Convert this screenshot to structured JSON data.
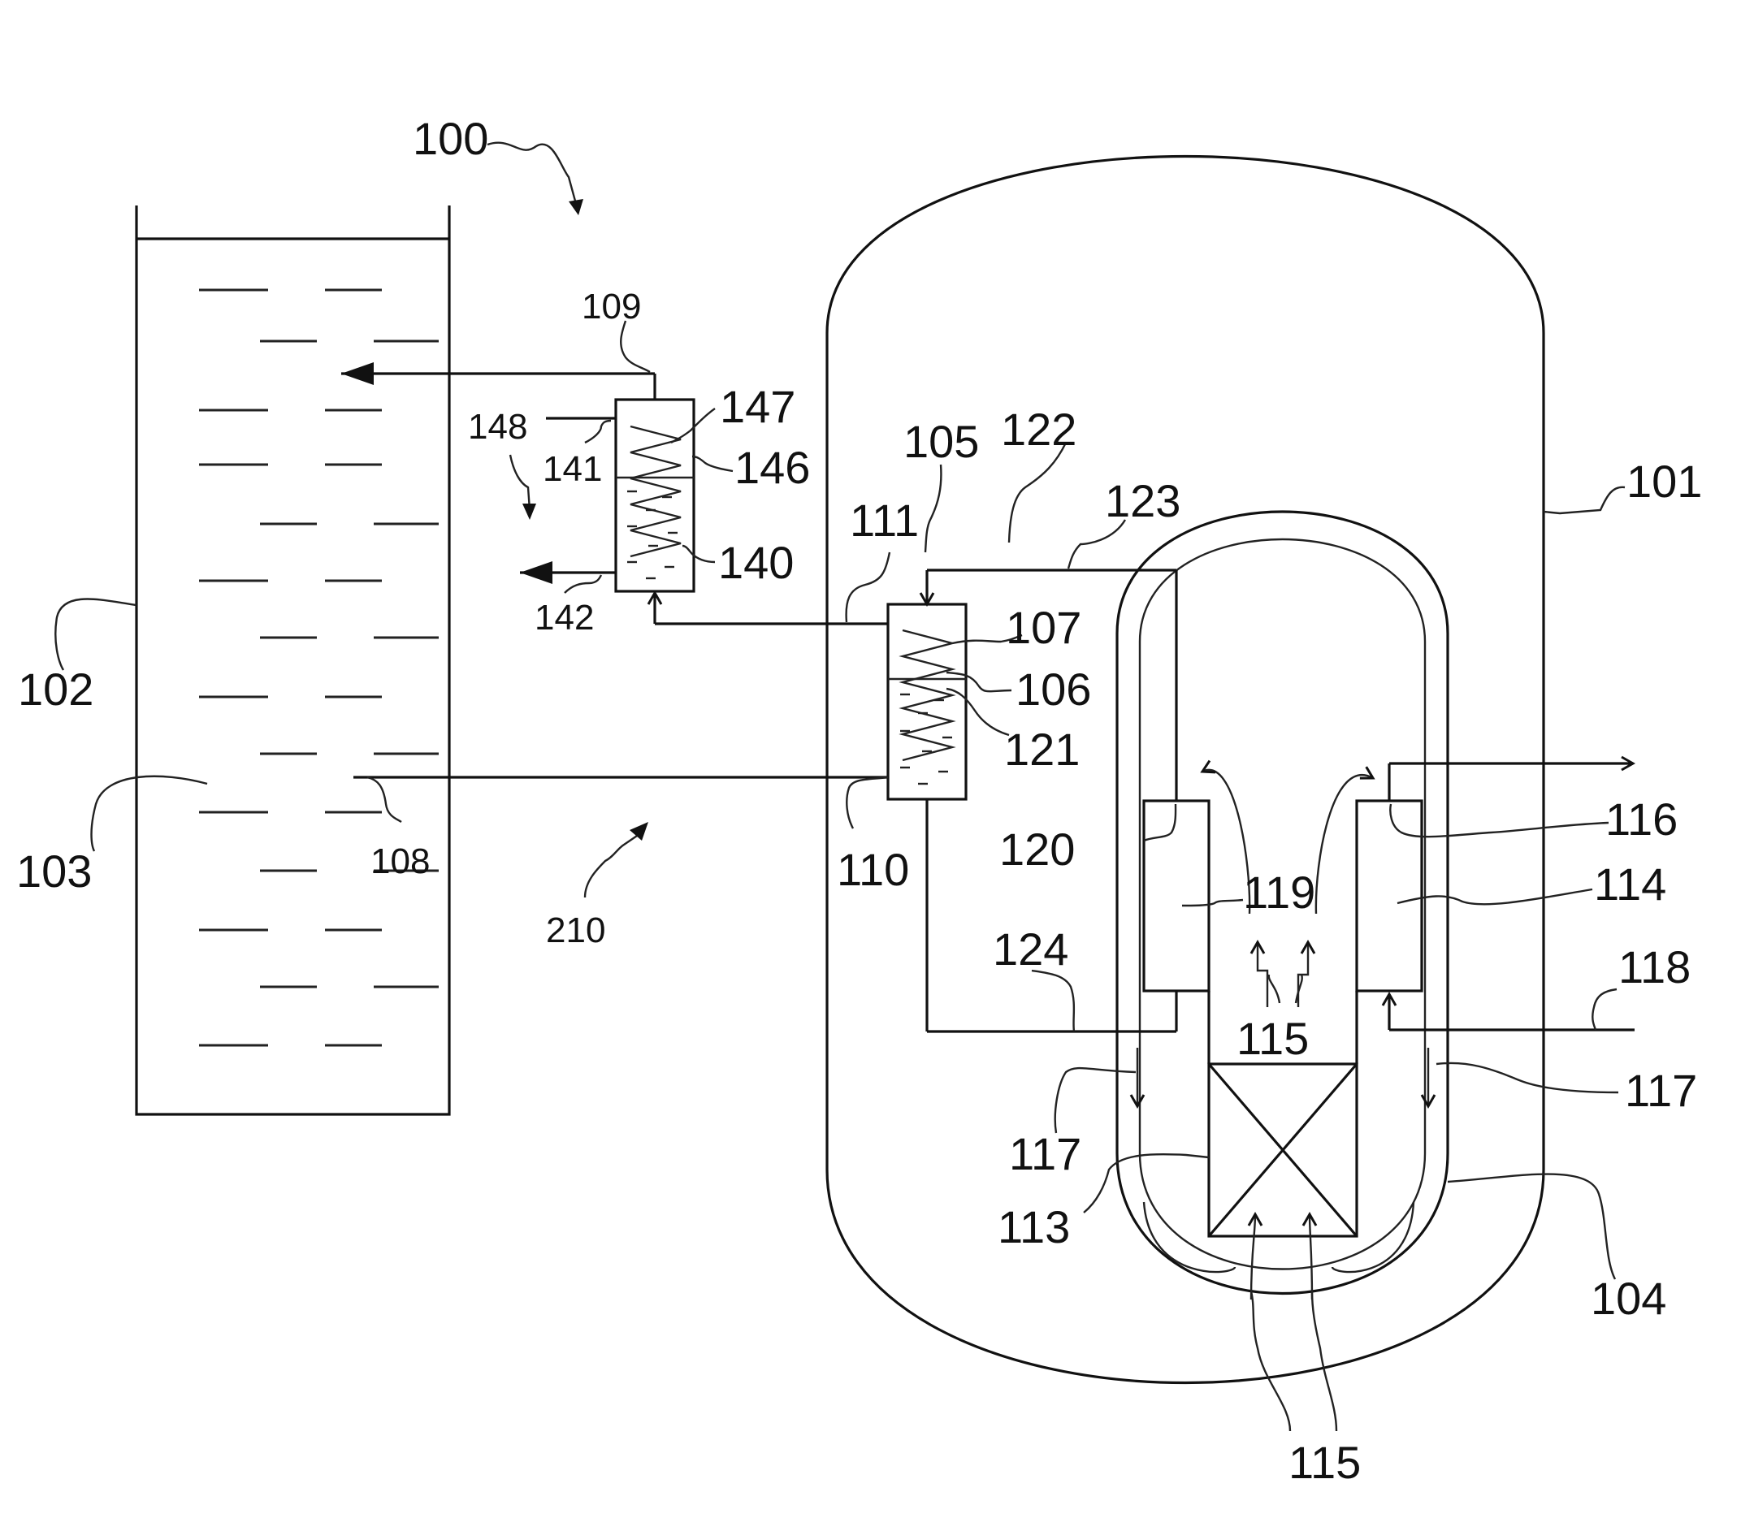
{
  "figure": {
    "background": "#ffffff",
    "ink": "#111111"
  },
  "labels": {
    "l100": "100",
    "l101": "101",
    "l102": "102",
    "l103": "103",
    "l104": "104",
    "l105": "105",
    "l106": "106",
    "l107": "107",
    "l108": "108",
    "l109": "109",
    "l110": "110",
    "l111": "111",
    "l113": "113",
    "l114": "114",
    "l115a": "115",
    "l115b": "115",
    "l116": "116",
    "l117a": "117",
    "l117b": "117",
    "l118": "118",
    "l119": "119",
    "l120": "120",
    "l121": "121",
    "l122": "122",
    "l123": "123",
    "l124": "124",
    "l140": "140",
    "l141": "141",
    "l142": "142",
    "l146": "146",
    "l147": "147",
    "l148": "148",
    "l210": "210"
  }
}
